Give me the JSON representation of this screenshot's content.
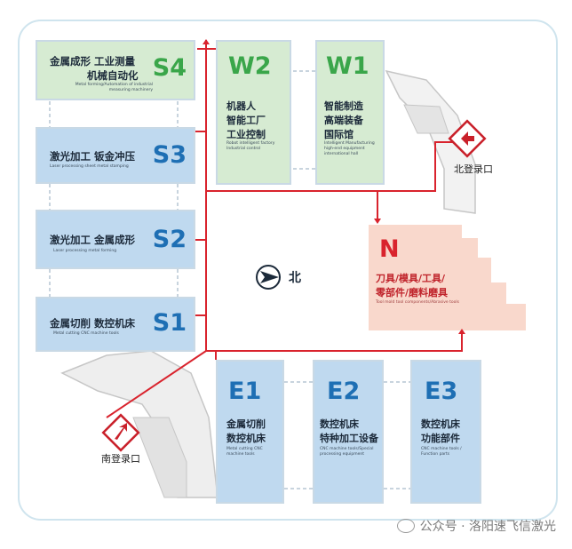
{
  "halls": {
    "s4": {
      "code": "S4",
      "zh_lines": [
        "金属成形  工业测量",
        "机械自动化"
      ],
      "en": "Metal forming/Automation of industrial measuring machinery"
    },
    "s3": {
      "code": "S3",
      "zh_lines": [
        "激光加工  钣金冲压"
      ],
      "en": "Laser processing sheet metal stamping"
    },
    "s2": {
      "code": "S2",
      "zh_lines": [
        "激光加工  金属成形"
      ],
      "en": "Laser processing  metal forming"
    },
    "s1": {
      "code": "S1",
      "zh_lines": [
        "金属切削  数控机床"
      ],
      "en": "Metal cutting CNC machine tools"
    },
    "w2": {
      "code": "W2",
      "zh_lines": [
        "机器人",
        "智能工厂",
        "工业控制"
      ],
      "en": "Robot intelligent factory Industrial control"
    },
    "w1": {
      "code": "W1",
      "zh_lines": [
        "智能制造",
        "高端装备",
        "国际馆"
      ],
      "en": "Intelligent Manufacturing high-end equipment international hall"
    },
    "n": {
      "code": "N",
      "zh_lines": [
        "刀具/模具/工具/",
        "零部件/磨料磨具"
      ],
      "en": "Tool mold tool components/Abrasive tools"
    },
    "e1": {
      "code": "E1",
      "zh_lines": [
        "金属切削",
        "数控机床"
      ],
      "en": "Metal cutting CNC machine tools"
    },
    "e2": {
      "code": "E2",
      "zh_lines": [
        "数控机床",
        "特种加工设备"
      ],
      "en": "CNC machine tools/Special processing equipment"
    },
    "e3": {
      "code": "E3",
      "zh_lines": [
        "数控机床",
        "功能部件"
      ],
      "en": "CNC machine tools / Function parts"
    }
  },
  "compass": {
    "label": "北"
  },
  "entrances": {
    "north": "北登录口",
    "south": "南登录口"
  },
  "watermark": {
    "text": "公众号 · 洛阳速飞信激光"
  },
  "colors": {
    "green_hall": "#d6ebd2",
    "blue_hall": "#bfd9ef",
    "n_hall": "#f9d8cc",
    "green_code": "#3aa64a",
    "blue_code": "#1e6fb4",
    "red_route": "#d9232d",
    "entrance_red": "#c9202a"
  }
}
